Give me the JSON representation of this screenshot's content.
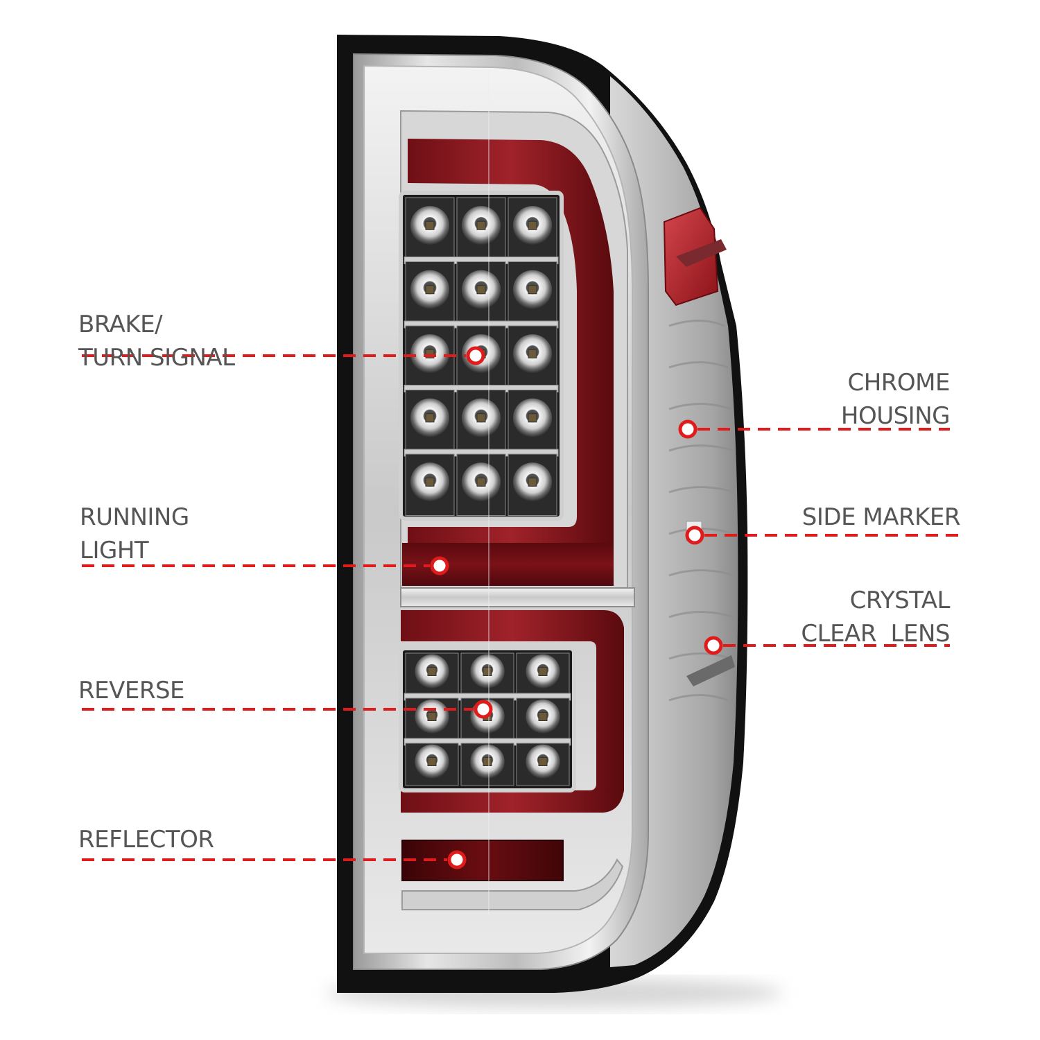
{
  "diagram": {
    "subject": "LED tail light",
    "accent_color": "#e01b1b",
    "label_color": "#555555",
    "callouts": [
      {
        "id": "brake-turn-signal",
        "side": "left",
        "lines": [
          "BRAKE/",
          "TURN SIGNAL"
        ]
      },
      {
        "id": "running-light",
        "side": "left",
        "lines": [
          "RUNNING",
          "LIGHT"
        ]
      },
      {
        "id": "reverse",
        "side": "left",
        "lines": [
          "REVERSE"
        ]
      },
      {
        "id": "reflector",
        "side": "left",
        "lines": [
          "REFLECTOR"
        ]
      },
      {
        "id": "chrome-housing",
        "side": "right",
        "lines": [
          "CHROME",
          "HOUSING"
        ]
      },
      {
        "id": "side-marker",
        "side": "right",
        "lines": [
          "SIDE MARKER"
        ]
      },
      {
        "id": "crystal-clear-lens",
        "side": "right",
        "lines": [
          "CRYSTAL",
          "CLEAR  LENS"
        ]
      }
    ],
    "brake_led_grid": {
      "rows": 5,
      "cols": 3
    },
    "reverse_led_grid": {
      "rows": 3,
      "cols": 3
    }
  }
}
